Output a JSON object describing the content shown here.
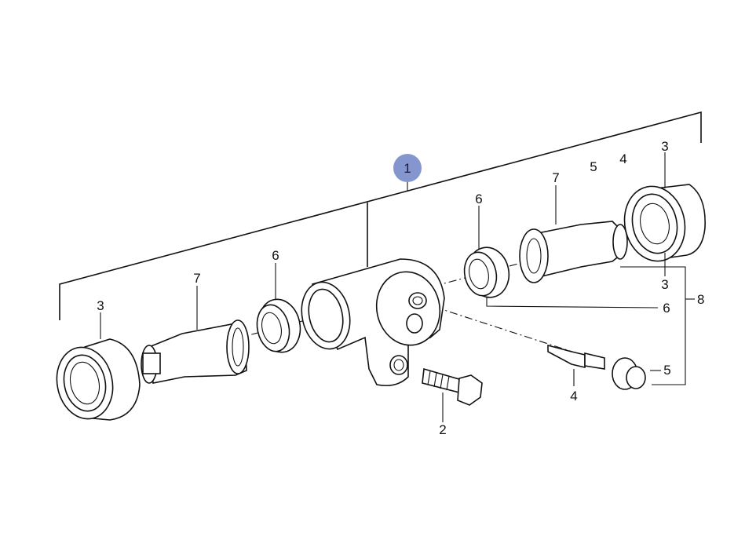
{
  "diagram": {
    "highlight_color": "#8596cf",
    "callouts": {
      "main": "1",
      "bolt": "2",
      "boot_left": "3",
      "boot_right_top": "3",
      "boot_right_bottom": "3",
      "bleeder": "4",
      "bleeder_top": "4",
      "cap": "5",
      "cap_top": "5",
      "seal_left": "6",
      "seal_right_top": "6",
      "seal_right_bottom": "6",
      "piston_left": "7",
      "piston_right": "7",
      "kit": "8"
    }
  }
}
